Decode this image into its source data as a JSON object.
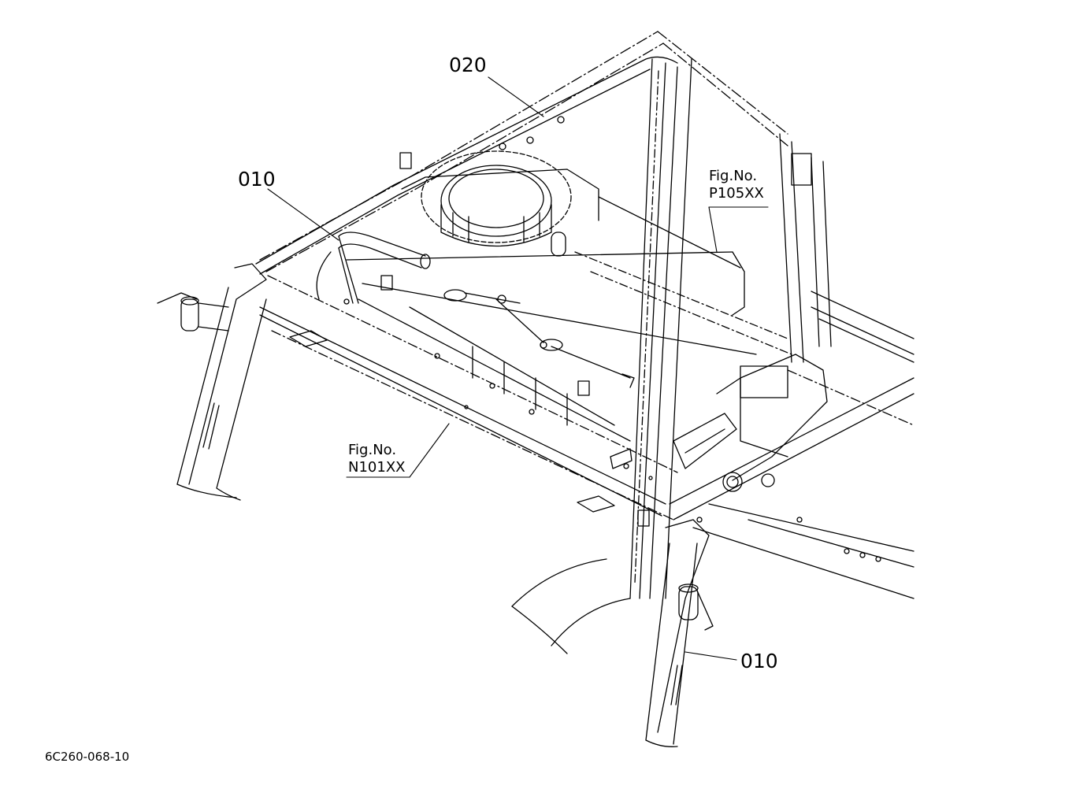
{
  "labels": {
    "part_020": "020",
    "part_010_upper": "010",
    "part_010_lower": "010",
    "ref_p105_caption": "Fig.No.",
    "ref_p105_code": "P105XX",
    "ref_n101_caption": "Fig.No.",
    "ref_n101_code": "N101XX",
    "drawing_number": "6C260-068-10"
  },
  "colors": {
    "ink": "#000000",
    "paper": "#ffffff"
  }
}
